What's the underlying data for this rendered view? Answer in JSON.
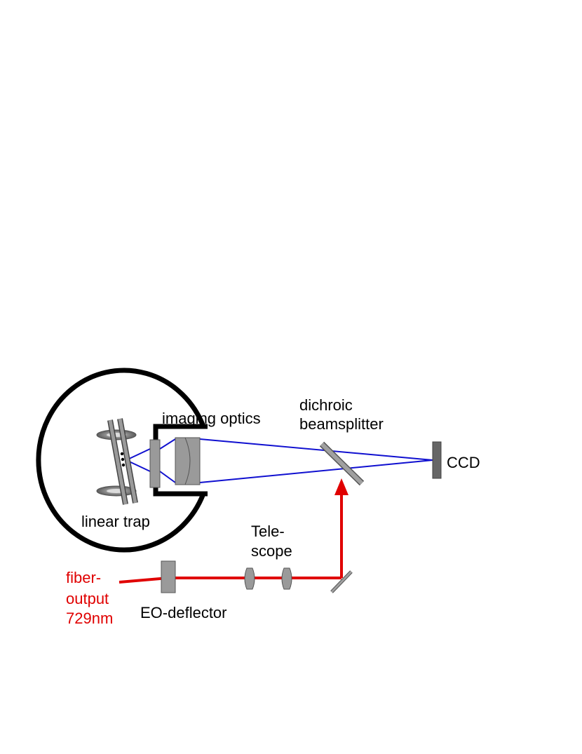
{
  "labels": {
    "imaging_optics": "imaging optics",
    "dichroic_line1": "dichroic",
    "dichroic_line2": "beamsplitter",
    "ccd": "CCD",
    "linear_trap": "linear trap",
    "telescope_line1": "Tele-",
    "telescope_line2": "scope",
    "fiber_line1": "fiber-",
    "fiber_line2": "output",
    "fiber_line3": "729nm",
    "eo_deflector": "EO-deflector"
  },
  "colors": {
    "laser_beam": "#e00000",
    "fluorescence_beam": "#1010d0",
    "chamber": "#000000",
    "component_gray": "#999999",
    "ccd_gray": "#666666"
  }
}
